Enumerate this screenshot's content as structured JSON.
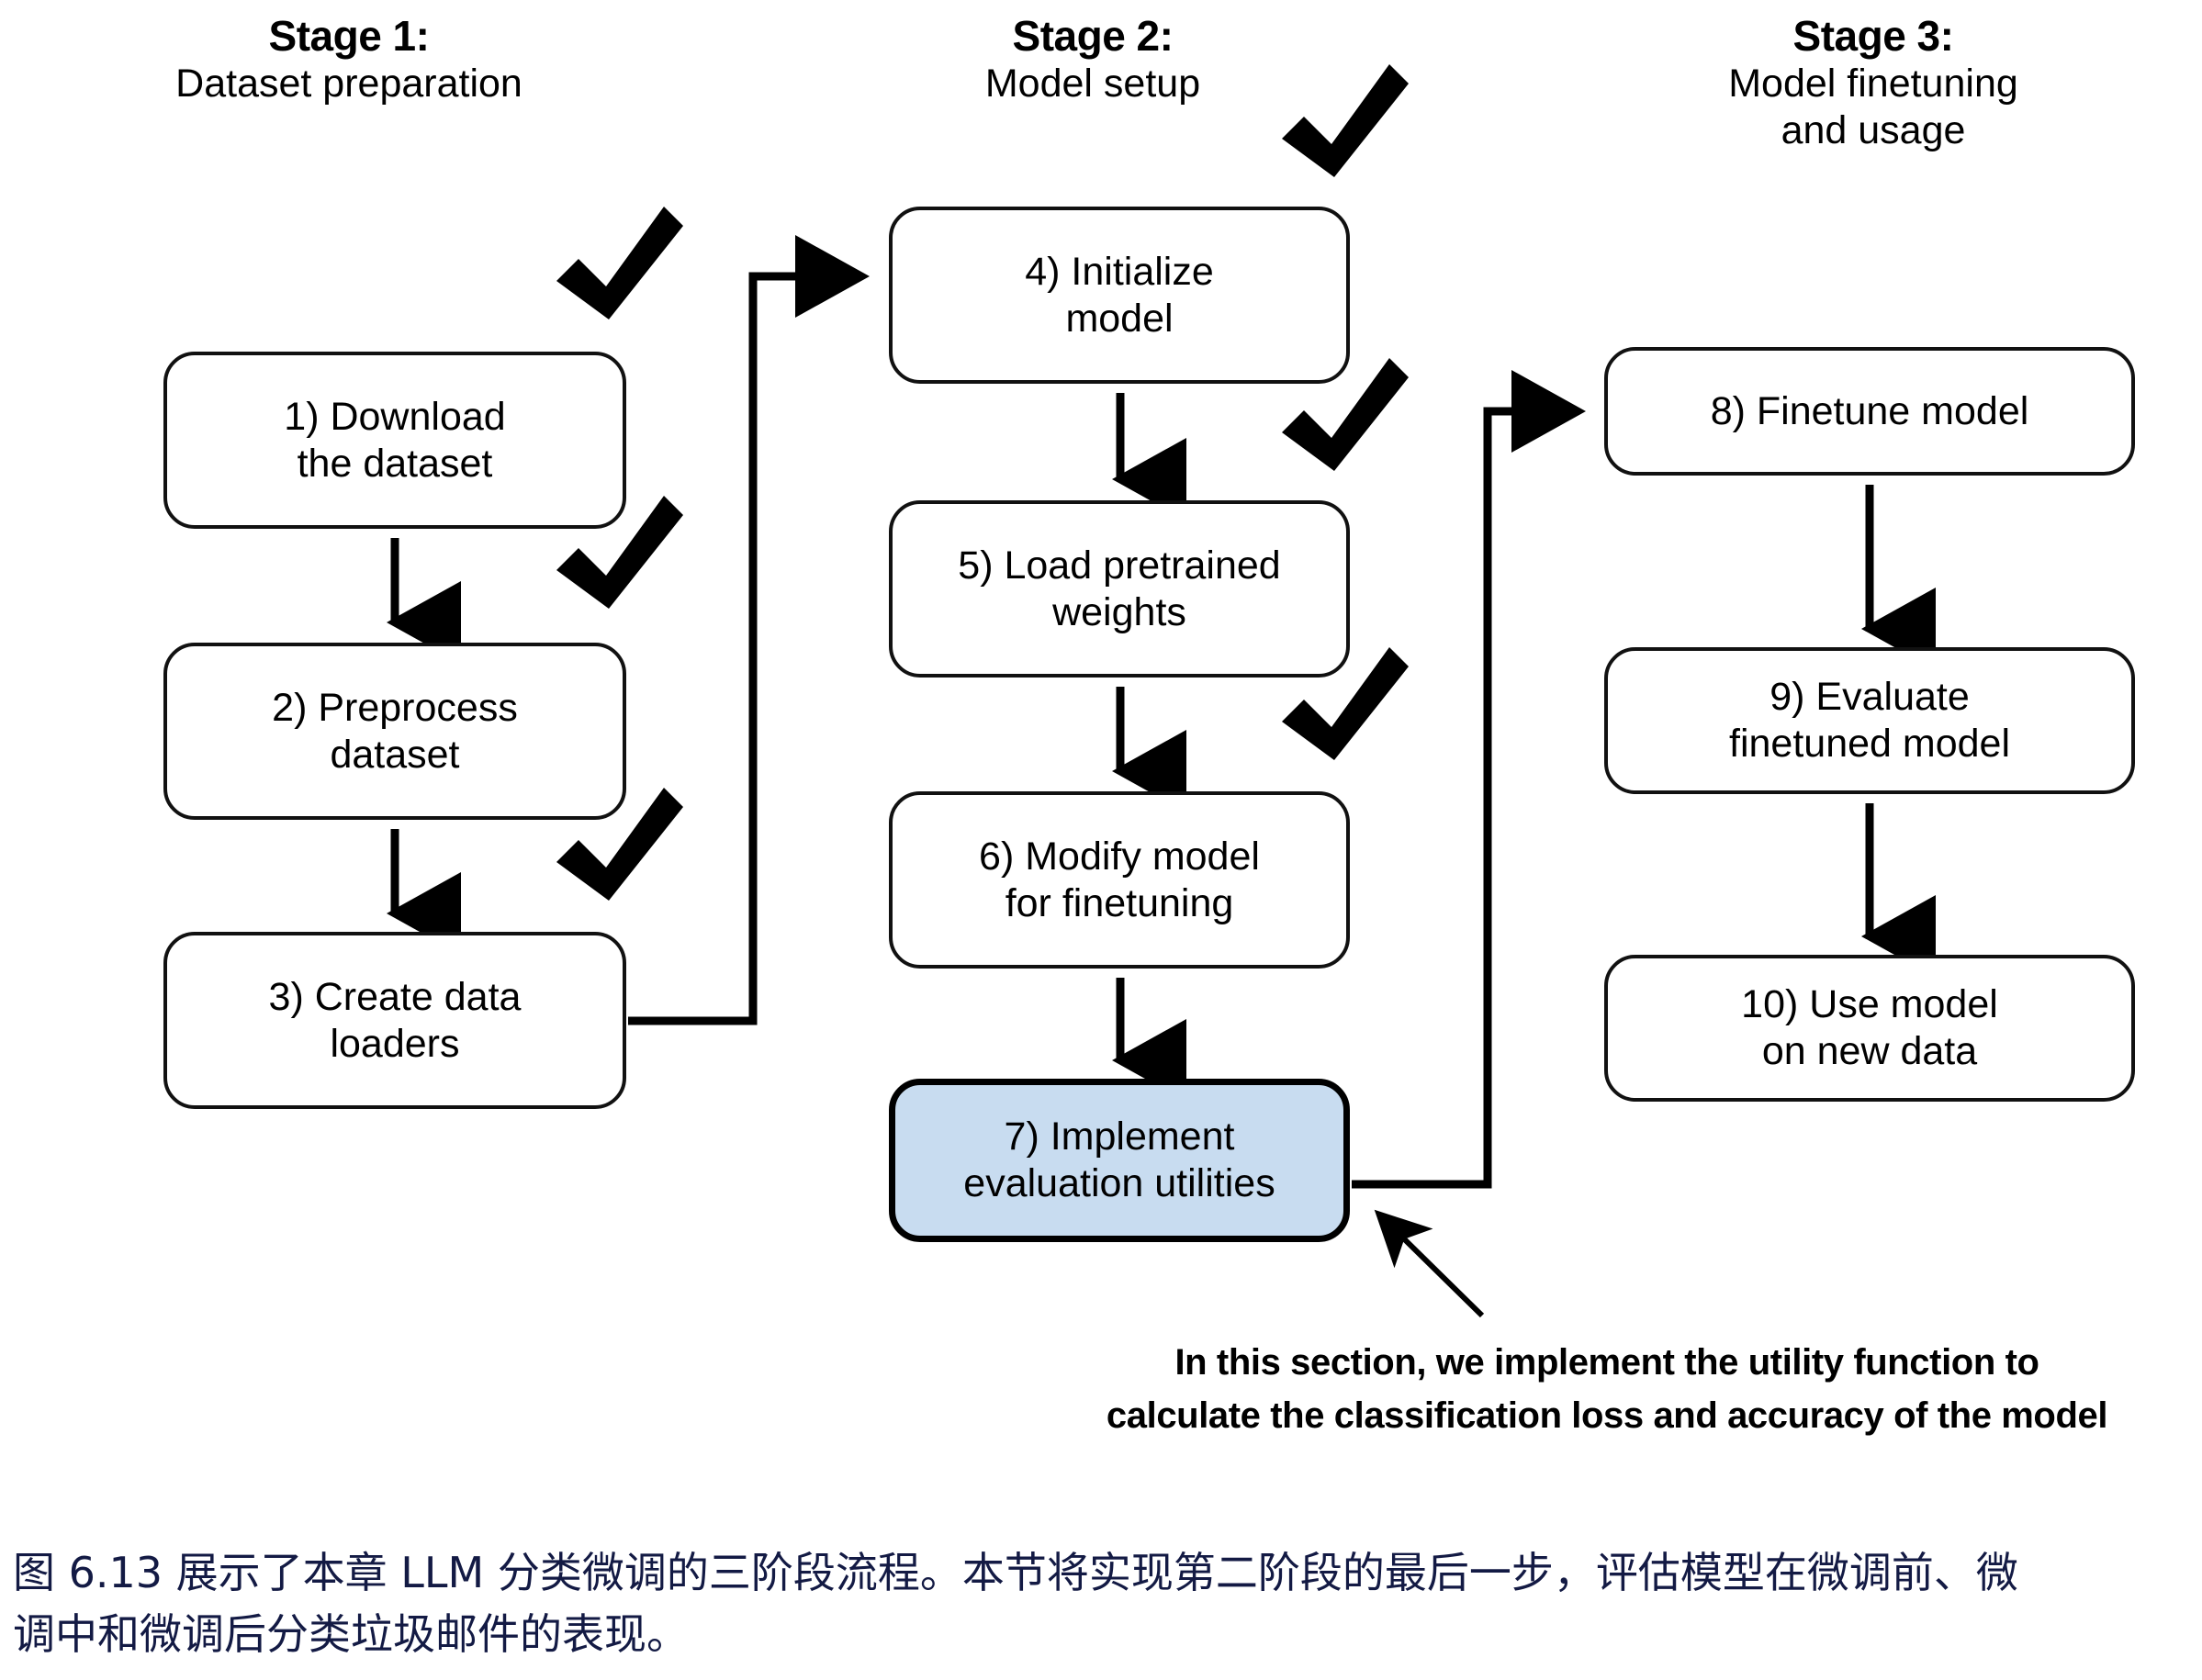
{
  "figure": {
    "stages": [
      {
        "id": "stage-1",
        "title": "Stage 1:",
        "subtitle": "Dataset preparation",
        "steps": [
          {
            "number": "1)",
            "line1": "1) Download",
            "line2": "the dataset",
            "checked": true
          },
          {
            "number": "2)",
            "line1": "2) Preprocess",
            "line2": "dataset",
            "checked": true
          },
          {
            "number": "3)",
            "line1": "3) Create data",
            "line2": "loaders",
            "checked": true
          }
        ]
      },
      {
        "id": "stage-2",
        "title": "Stage 2:",
        "subtitle": "Model setup",
        "steps": [
          {
            "number": "4)",
            "line1": "4) Initialize",
            "line2": "model",
            "checked": true
          },
          {
            "number": "5)",
            "line1": "5) Load pretrained",
            "line2": "weights",
            "checked": true
          },
          {
            "number": "6)",
            "line1": "6) Modify model",
            "line2": "for finetuning",
            "checked": true
          },
          {
            "number": "7)",
            "line1": "7) Implement",
            "line2": "evaluation utilities",
            "checked": false,
            "highlighted": true
          }
        ]
      },
      {
        "id": "stage-3",
        "title": "Stage 3:",
        "subtitle_line1": "Model finetuning",
        "subtitle_line2": "and usage",
        "steps": [
          {
            "number": "8)",
            "line1": "8) Finetune model",
            "line2": "",
            "checked": false
          },
          {
            "number": "9)",
            "line1": "9) Evaluate",
            "line2": "finetuned model",
            "checked": false
          },
          {
            "number": "10)",
            "line1": "10) Use model",
            "line2": "on new data",
            "checked": false
          }
        ]
      }
    ],
    "annotation": {
      "line1": "In this section, we implement the utility function to",
      "line2": "calculate the classification loss and accuracy of the model"
    },
    "caption": {
      "line1": "图 6.13 展示了本章 LLM 分类微调的三阶段流程。本节将实现第二阶段的最后一步，评估模型在微调前、微",
      "line2": "调中和微调后分类垃圾邮件的表现。"
    },
    "colors": {
      "highlight_fill": "#c8dcf0",
      "box_border": "#111111",
      "text": "#000000",
      "caption_text": "#131a44",
      "background": "#ffffff"
    }
  }
}
